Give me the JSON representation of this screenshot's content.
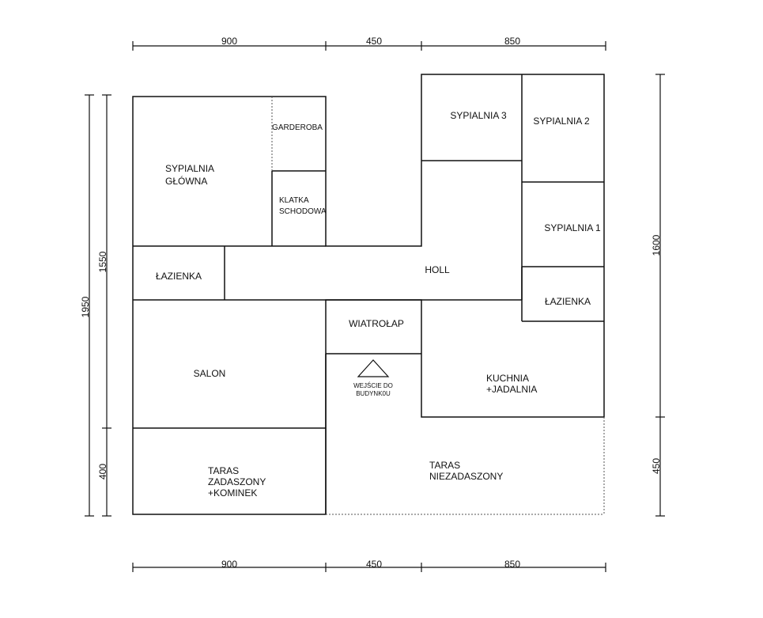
{
  "rooms": {
    "sypialnia_glowna": [
      "SYPIALNIA",
      "GŁÓWNA"
    ],
    "garderoba": "GARDEROBA",
    "klatka_schodowa": [
      "KLATKA",
      "SCHODOWA"
    ],
    "lazienka_left": "ŁAZIENKA",
    "holl": "HOLL",
    "sypialnia_3": "SYPIALNIA 3",
    "sypialnia_2": "SYPIALNIA 2",
    "sypialnia_1": "SYPIALNIA 1",
    "lazienka_right": "ŁAZIENKA",
    "wiatrolap": "WIATROŁAP",
    "wejscie": [
      "WEJŚCIE DO",
      "BUDYNK0U"
    ],
    "salon": "SALON",
    "kuchnia": [
      "KUCHNIA",
      "+JADALNIA"
    ],
    "taras_zadaszony": [
      "TARAS",
      "ZADASZONY",
      "+KOMINEK"
    ],
    "taras_niezadaszony": [
      "TARAS",
      "NIEZADASZONY"
    ]
  },
  "dimensions": {
    "top": [
      "900",
      "450",
      "850"
    ],
    "bottom": [
      "900",
      "450",
      "850"
    ],
    "left_outer": "1950",
    "left_inner_top": "1550",
    "left_inner_bottom": "400",
    "right_top": "1600",
    "right_bottom": "450"
  }
}
